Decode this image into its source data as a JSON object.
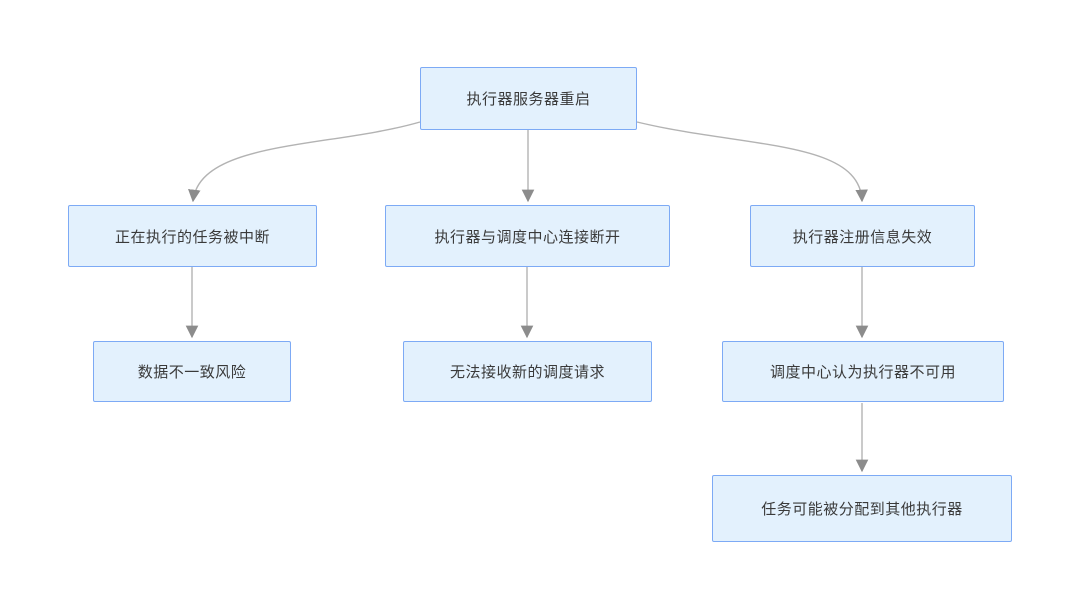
{
  "style": {
    "canvas_bg": "#ffffff",
    "node_fill": "#e3f1fd",
    "node_border": "#7daaf5",
    "text_color": "#3a3a3a",
    "line_color": "#b3b3b3",
    "arrow_color": "#8c8c8c"
  },
  "diagram": {
    "type": "flowchart",
    "nodes": [
      {
        "id": "root",
        "label": "执行器服务器重启"
      },
      {
        "id": "n1",
        "label": "正在执行的任务被中断"
      },
      {
        "id": "n2",
        "label": "执行器与调度中心连接断开"
      },
      {
        "id": "n3",
        "label": "执行器注册信息失效"
      },
      {
        "id": "n4",
        "label": "数据不一致风险"
      },
      {
        "id": "n5",
        "label": "无法接收新的调度请求"
      },
      {
        "id": "n6",
        "label": "调度中心认为执行器不可用"
      },
      {
        "id": "n7",
        "label": "任务可能被分配到其他执行器"
      }
    ],
    "edges": [
      {
        "from": "root",
        "to": "n1"
      },
      {
        "from": "root",
        "to": "n2"
      },
      {
        "from": "root",
        "to": "n3"
      },
      {
        "from": "n1",
        "to": "n4"
      },
      {
        "from": "n2",
        "to": "n5"
      },
      {
        "from": "n3",
        "to": "n6"
      },
      {
        "from": "n6",
        "to": "n7"
      }
    ]
  }
}
